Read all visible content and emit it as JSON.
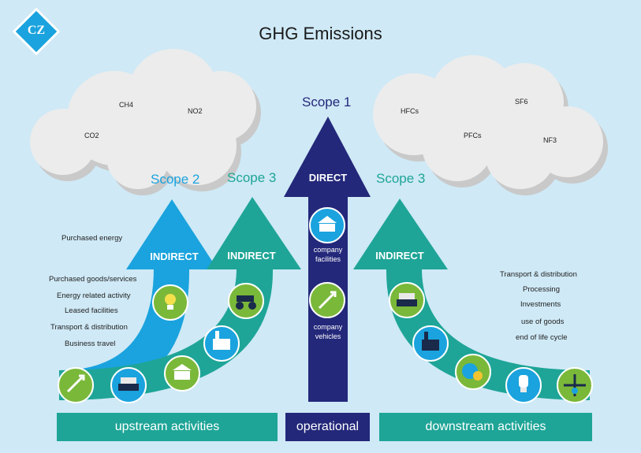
{
  "logo": {
    "text": "CZ"
  },
  "title": "GHG Emissions",
  "clouds": {
    "left_gases": [
      "CH4",
      "NO2",
      "CO2"
    ],
    "right_gases": [
      "HFCs",
      "SF6",
      "PFCs",
      "NF3"
    ]
  },
  "scopes": {
    "scope1": "Scope 1",
    "scope2": "Scope 2",
    "scope3_left": "Scope 3",
    "scope3_right": "Scope 3"
  },
  "arrows": {
    "direct": "DIRECT",
    "indirect_scope2": "INDIRECT",
    "indirect_scope3_left": "INDIRECT",
    "indirect_scope3_right": "INDIRECT",
    "company_facilities": "company\nfacilities",
    "company_vehicles": "company\nvehicles"
  },
  "left_list": {
    "top": "Purchased energy",
    "items": [
      "Purchased goods/services",
      "Energy related activity",
      "Leased facilities",
      "Transport & distribution",
      "Business travel"
    ]
  },
  "right_list": {
    "items": [
      "Transport & distribution",
      "Processing",
      "Investments",
      "use of goods",
      "end of life cycle"
    ]
  },
  "bottom": {
    "upstream": "upstream activities",
    "operational": "operational",
    "downstream": "downstream activities"
  },
  "colors": {
    "background": "#cfe9f6",
    "navy": "#23287a",
    "teal": "#1ea597",
    "blue": "#1aa3de",
    "green": "#7ab83a",
    "cloud": "#ececec"
  },
  "icons": [
    "rocket-icon",
    "ship-icon",
    "bank-icon",
    "factory-icon",
    "tractor-icon",
    "lightbulb-icon",
    "bank-icon",
    "rocket-icon",
    "ship-icon",
    "factory-icon",
    "globe-coin-icon",
    "recycle-bulb-icon",
    "arrows-compass-icon"
  ]
}
